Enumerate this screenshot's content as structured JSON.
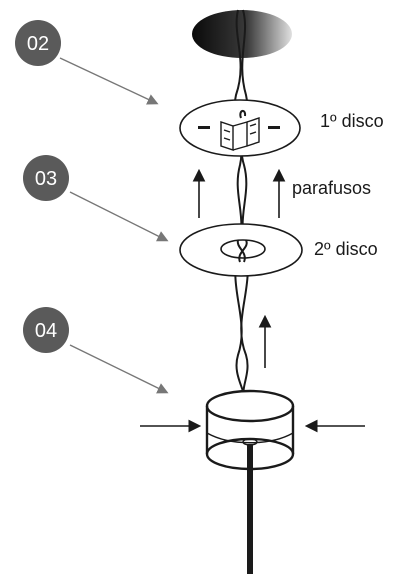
{
  "steps": [
    {
      "number": "02"
    },
    {
      "number": "03"
    },
    {
      "number": "04"
    }
  ],
  "labels": {
    "disc1": "1º disco",
    "screws": "parafusos",
    "disc2": "2º disco"
  },
  "colors": {
    "badge": "#5a5a5a",
    "line": "#1a1a1a",
    "pointer": "#777777"
  }
}
